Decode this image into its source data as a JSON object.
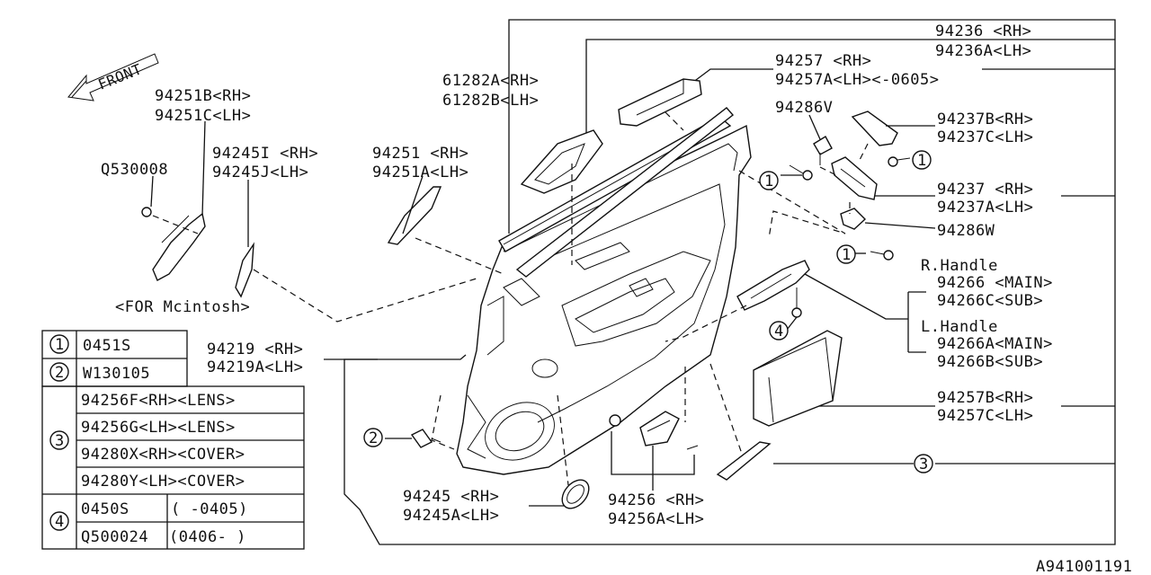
{
  "labels": {
    "front": "FRONT",
    "p94236_rh": "94236  <RH>",
    "p94236_lh": "94236A<LH>",
    "p61282_rh": "61282A<RH>",
    "p61282_lh": "61282B<LH>",
    "p94257_rh": "94257  <RH>",
    "p94257_lh": "94257A<LH><-0605>",
    "p94251b_rh": "94251B<RH>",
    "p94251c_lh": "94251C<LH>",
    "p94286v": "94286V",
    "p94237b_rh": "94237B<RH>",
    "p94237c_lh": "94237C<LH>",
    "q530008": "Q530008",
    "p94245i_rh": "94245I <RH>",
    "p94245j_lh": "94245J<LH>",
    "p94251_rh": "94251  <RH>",
    "p94251a_lh": "94251A<LH>",
    "p94237_rh": "94237  <RH>",
    "p94237a_lh": "94237A<LH>",
    "p94286w": "94286W",
    "r_handle": "R.Handle",
    "p94266_main": "94266  <MAIN>",
    "p94266c_sub": "94266C<SUB>",
    "for_mcintosh": "<FOR Mcintosh>",
    "l_handle": "L.Handle",
    "p94266a_main": "94266A<MAIN>",
    "p94266b_sub": "94266B<SUB>",
    "p94219_rh": "94219  <RH>",
    "p94219a_lh": "94219A<LH>",
    "p94257b_rh": "94257B<RH>",
    "p94257c_lh": "94257C<LH>",
    "p94245_rh": "94245  <RH>",
    "p94245a_lh": "94245A<LH>",
    "p94256_rh": "94256  <RH>",
    "p94256a_lh": "94256A<LH>",
    "diagram_id": "A941001191"
  },
  "callouts": [
    "1",
    "1",
    "1",
    "2",
    "3",
    "4"
  ],
  "legend": {
    "row1": {
      "num": "1",
      "part": "0451S"
    },
    "row2": {
      "num": "2",
      "part": "W130105"
    },
    "row3": {
      "num": "3",
      "parts": [
        "94256F<RH><LENS>",
        "94256G<LH><LENS>",
        "94280X<RH><COVER>",
        "94280Y<LH><COVER>"
      ]
    },
    "row4": {
      "num": "4",
      "parts": [
        {
          "part": "0450S",
          "range": "(  -0405)"
        },
        {
          "part": "Q500024",
          "range": "(0406-  )"
        }
      ]
    }
  }
}
